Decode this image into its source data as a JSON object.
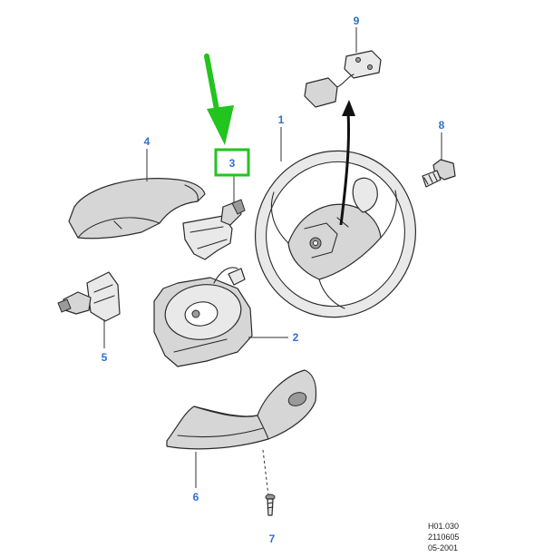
{
  "colors": {
    "callout_blue": "#2f6fd4",
    "highlight_green": "#22c41e"
  },
  "callouts": {
    "c1": "1",
    "c2": "2",
    "c3": "3",
    "c4": "4",
    "c5": "5",
    "c6": "6",
    "c7": "7",
    "c8": "8",
    "c9": "9"
  },
  "reference": {
    "line1": "H01.030",
    "line2": "2110605",
    "line3": "05-2001"
  }
}
